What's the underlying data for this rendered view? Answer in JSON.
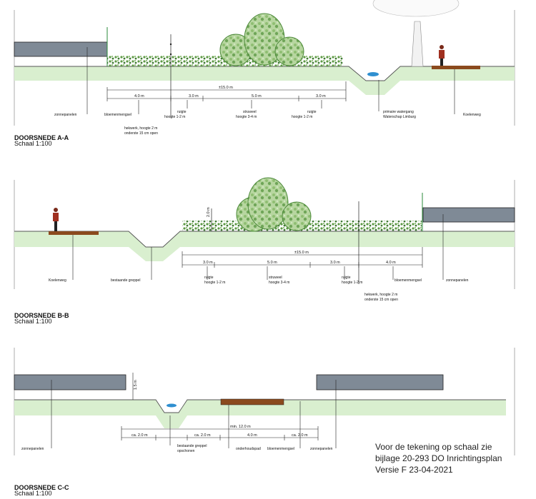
{
  "sections": {
    "a": {
      "title": "DOORSNEDE A-A",
      "scale": "Schaal 1:100",
      "dims": {
        "total": "±15.0 m",
        "d1": "4.0 m",
        "d2": "3.0 m",
        "d3": "5.0 m",
        "d4": "3.0 m"
      },
      "labels": {
        "zonnepanelen": "zonnepanelen",
        "bloemenmengsel": "bloemenmengsel",
        "hekwerk1": "hekwerk, hoogte 2 m",
        "hekwerk2": "onderste 15 cm open",
        "ruigte_l1": "ruigte",
        "ruigte_l2": "hoogte 1-2 m",
        "struweel1": "struweel",
        "struweel2": "hoogte 3-4 m",
        "ruigte_r1": "ruigte",
        "ruigte_r2": "hoogte 1-2 m",
        "watergang1": "primaire watergang",
        "watergang2": "Waterschap Limburg",
        "koelenweg": "Koelenweg"
      }
    },
    "b": {
      "title": "DOORSNEDE B-B",
      "scale": "Schaal 1:100",
      "dims": {
        "total": "±15.0 m",
        "d1": "3.0 m",
        "d2": "5.0 m",
        "d3": "3.0 m",
        "d4": "4.0 m",
        "height": "2.0 m"
      },
      "labels": {
        "koelenweg": "Koelenweg",
        "greppel": "bestaande greppel",
        "ruigte_l1": "ruigte",
        "ruigte_l2": "hoogte 1-2 m",
        "struweel1": "struweel",
        "struweel2": "hoogte 3-4 m",
        "ruigte_r1": "ruigte",
        "ruigte_r2": "hoogte 1-2 m",
        "bloemenmengsel": "bloemenmengsel",
        "zonnepanelen": "zonnepanelen",
        "hekwerk1": "hekwerk, hoogte 2 m",
        "hekwerk2": "onderste 15 cm open"
      }
    },
    "c": {
      "title": "DOORSNEDE C-C",
      "scale": "Schaal 1:100",
      "dims": {
        "height": "1.5 m",
        "total": "min. 12.0 m",
        "d1": "ca. 2.0 m",
        "d2": "ca. 2.0 m",
        "d3": "4.0 m",
        "d4": "ca. 2.0 m"
      },
      "labels": {
        "zonnepanelen_l": "zonnepanelen",
        "greppel1": "bestaande greppel",
        "greppel2": "opschonen",
        "onderhoudspad": "onderhoudspad",
        "bloemenmengsel": "bloemenmengsel",
        "zonnepanelen_r": "zonnepanelen"
      }
    }
  },
  "note": {
    "line1": "Voor de tekening op schaal zie",
    "line2": "bijlage 20-293 DO Inrichtingsplan",
    "line3": "Versie F 23-04-2021"
  },
  "colors": {
    "ground": "#d9efcf",
    "panel": "#7f8a96",
    "path": "#8b4a1e",
    "water": "#2f8fd0",
    "bush": "#86b46a",
    "shrub": "#4d8a3a"
  }
}
